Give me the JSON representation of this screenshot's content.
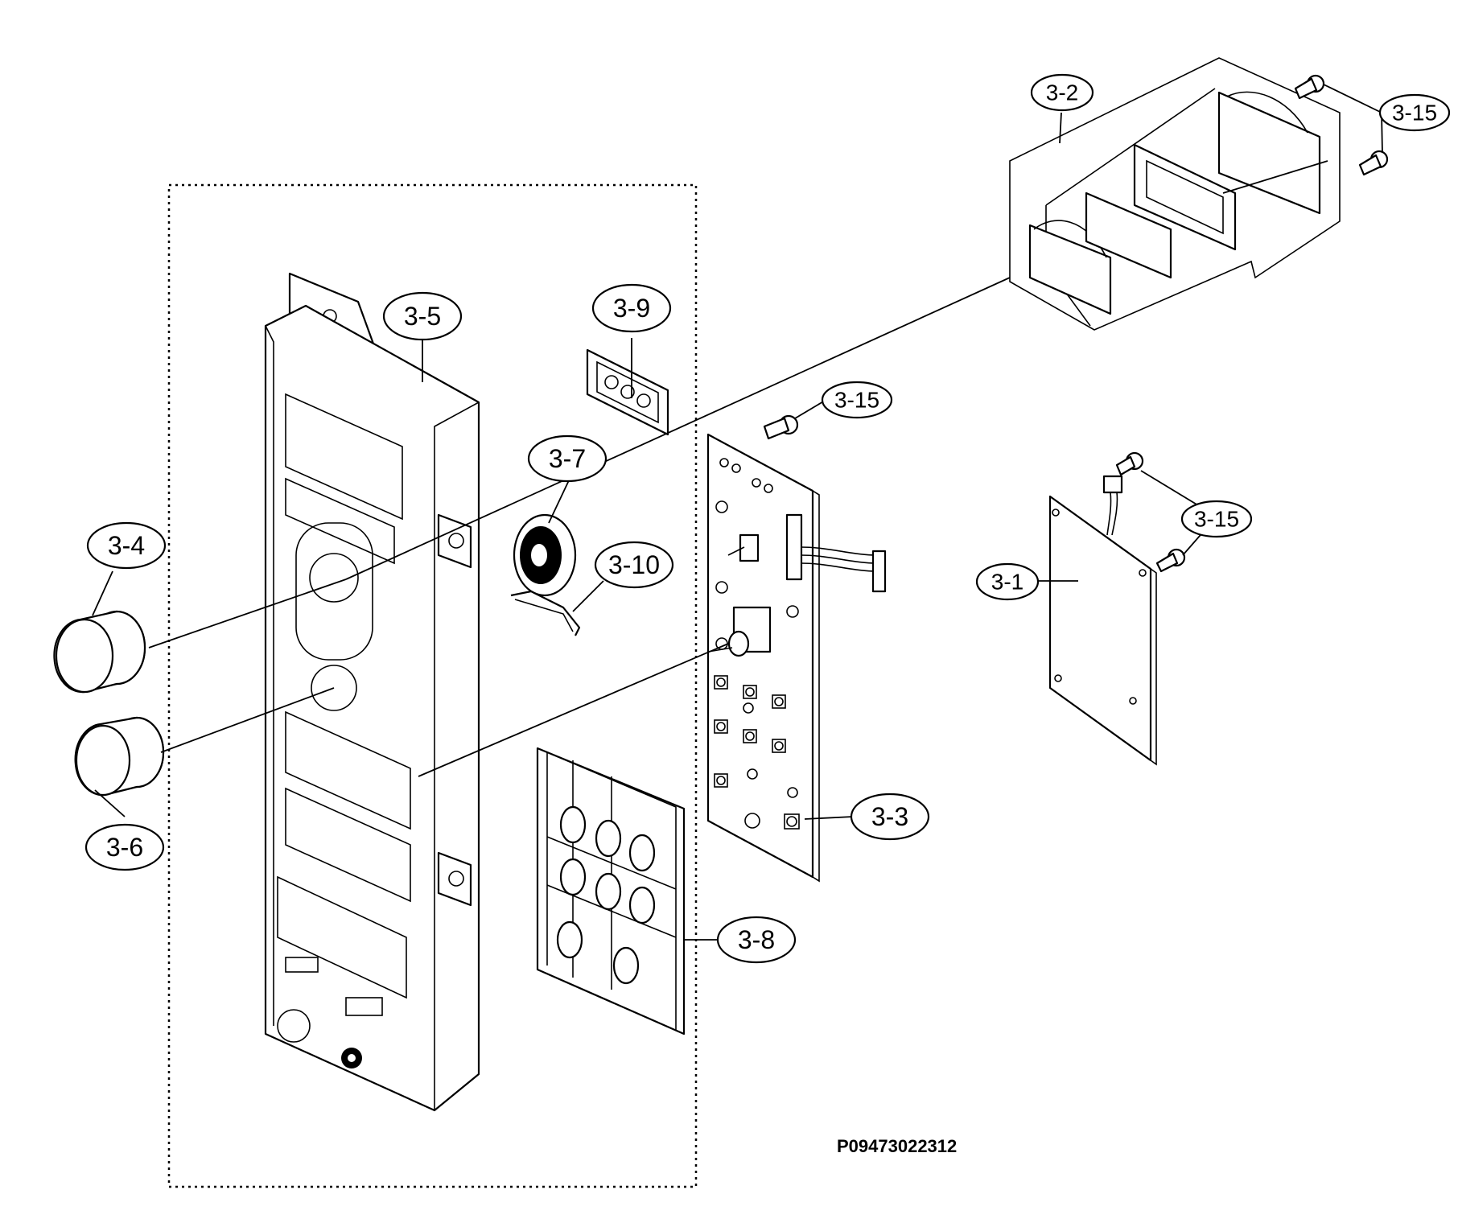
{
  "labels": {
    "p3_1": "3-1",
    "p3_2": "3-2",
    "p3_3": "3-3",
    "p3_4": "3-4",
    "p3_5": "3-5",
    "p3_6": "3-6",
    "p3_7": "3-7",
    "p3_8": "3-8",
    "p3_9": "3-9",
    "p3_10": "3-10",
    "p3_15a": "3-15",
    "p3_15b": "3-15",
    "p3_15c": "3-15"
  },
  "diagram_code": "P09473022312"
}
